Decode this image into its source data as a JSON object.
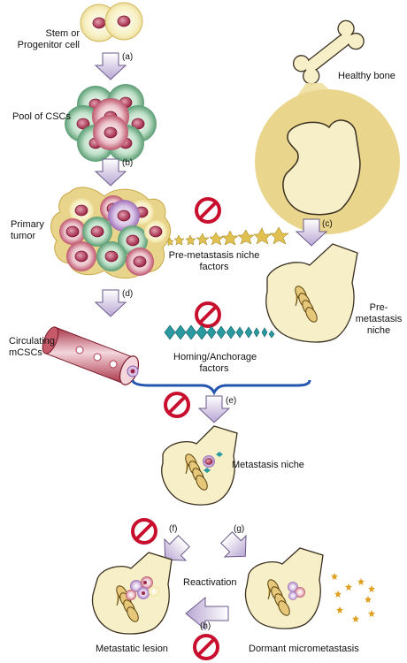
{
  "labels": {
    "stem_cell": "Stem or Progenitor cell",
    "pool": "Pool of CSCs",
    "primary_tumor": "Primary tumor",
    "circulating": "Circulating mCSCs",
    "healthy_bone": "Healthy bone",
    "pre_niche_factors": "Pre-metastasis niche factors",
    "pre_niche": "Pre-metastasis niche",
    "homing_factors": "Homing/Anchorage factors",
    "metastasis_niche": "Metastasis niche",
    "reactivation": "Reactivation",
    "metastatic_lesion": "Metastatic lesion",
    "dormant": "Dormant micrometastasis"
  },
  "steps": {
    "a": "(a)",
    "b": "(b)",
    "c": "(c)",
    "d": "(d)",
    "e": "(e)",
    "f": "(f)",
    "g": "(g)",
    "h": "(h)"
  },
  "colors": {
    "cream": "#f7efc0",
    "nucleus": "#b23a55",
    "green_cell": "#3f8a5c",
    "purple_cell": "#8e5aa8",
    "bone": "#f7efc8",
    "bone_stroke": "#3a3020",
    "halo": "#f0dfa0",
    "gold": "#e7c77a",
    "teal": "#2a9aa0",
    "vessel": "#c45a6a",
    "inhibit": "#c8102e",
    "arrow_fill": "#d8cce8",
    "bracket": "#2456b0",
    "star": "#e0a020",
    "moon": "#2a3a9a"
  },
  "icons": [
    "inhibit-icon",
    "arrow-down-icon",
    "bone-icon",
    "moon-icon",
    "star-icon"
  ]
}
